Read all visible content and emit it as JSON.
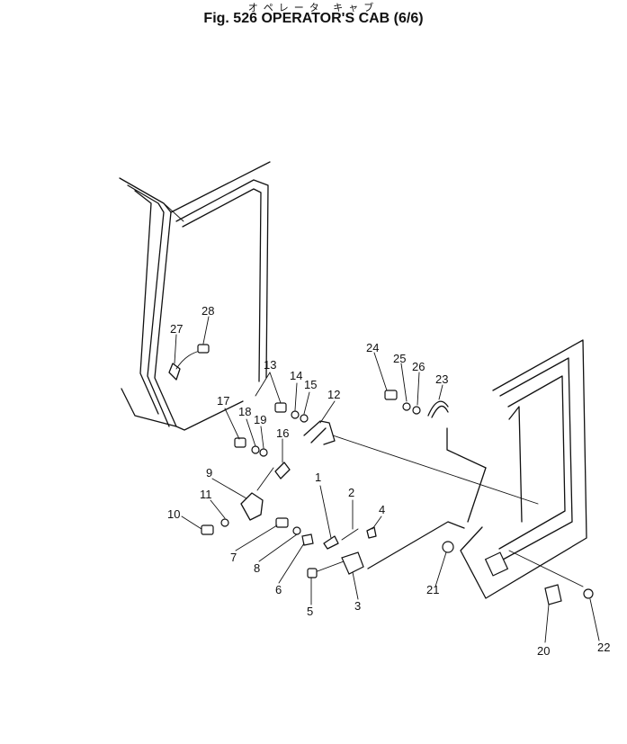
{
  "header": {
    "subtitle_jp": "オペレータ キャブ",
    "title": "Fig. 526  OPERATOR'S CAB (6/6)"
  },
  "callouts": [
    "1",
    "2",
    "3",
    "4",
    "5",
    "6",
    "7",
    "8",
    "9",
    "10",
    "11",
    "12",
    "13",
    "14",
    "15",
    "16",
    "17",
    "18",
    "19",
    "20",
    "21",
    "22",
    "23",
    "24",
    "25",
    "26",
    "27",
    "28"
  ]
}
